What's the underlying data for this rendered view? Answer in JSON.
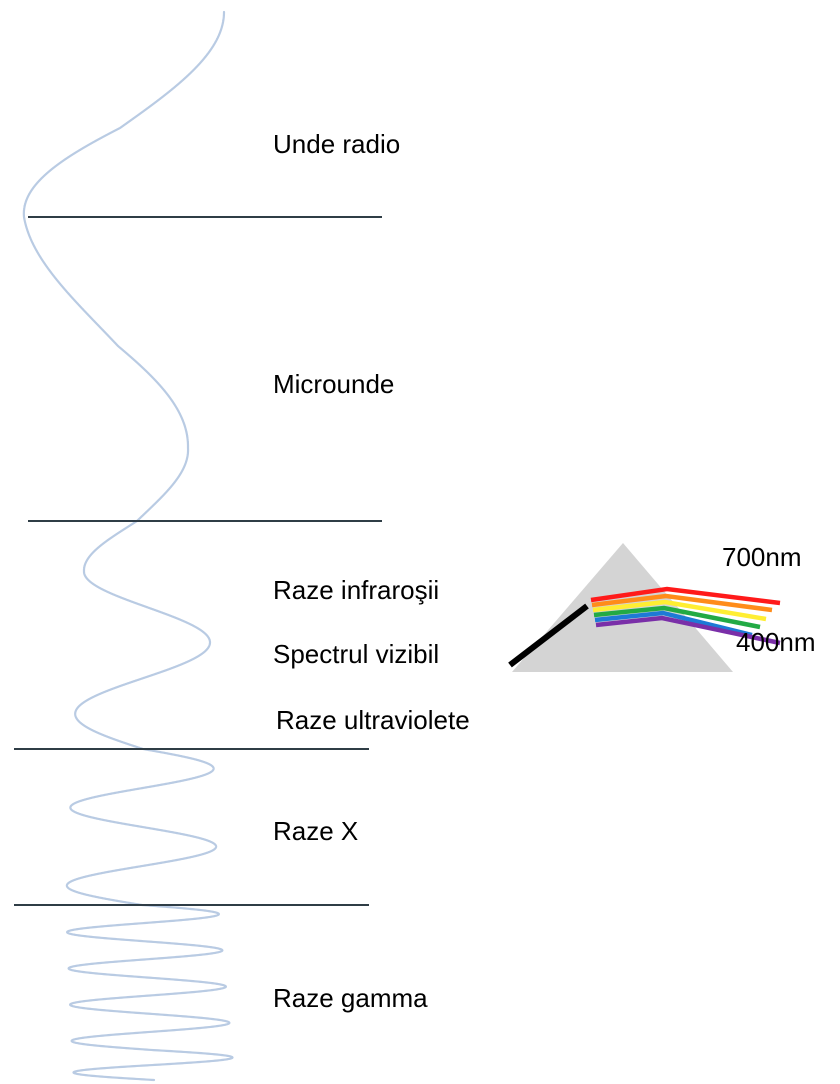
{
  "bands": [
    {
      "label": "Unde radio"
    },
    {
      "label": "Microunde"
    },
    {
      "label": "Raze infraroşii"
    },
    {
      "label": "Spectrul vizibil"
    },
    {
      "label": "Raze ultraviolete"
    },
    {
      "label": "Raze X"
    },
    {
      "label": "Raze gamma"
    }
  ],
  "prism": {
    "label_long": "700nm",
    "label_short": "400nm"
  },
  "colors": {
    "wave": "#b9cbe3",
    "divider": "#2f3d46",
    "prism": "#d4d4d4",
    "pointer": "#000000",
    "spectrum": [
      "#ff1a1a",
      "#ff8c1a",
      "#ffee33",
      "#22aa44",
      "#1e7ad6",
      "#7a2fa8"
    ]
  }
}
